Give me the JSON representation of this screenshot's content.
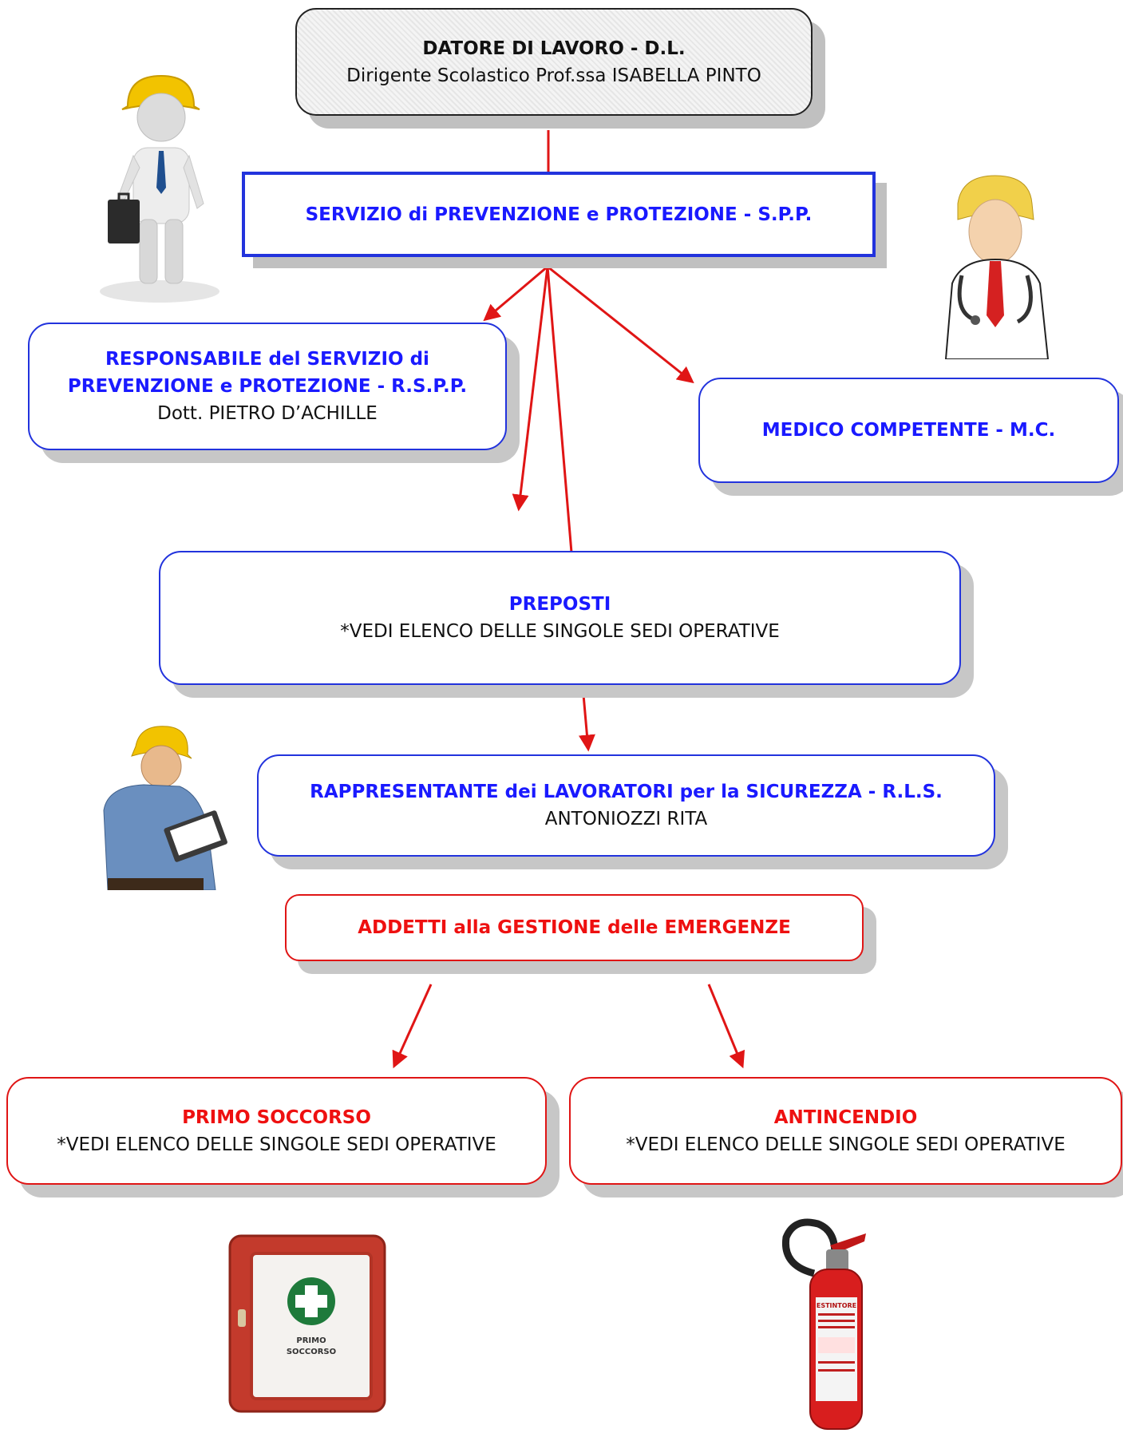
{
  "datore": {
    "title": "DATORE DI LAVORO - D.L.",
    "subtitle": "Dirigente Scolastico Prof.ssa ISABELLA PINTO"
  },
  "spp": {
    "title": "SERVIZIO di PREVENZIONE e PROTEZIONE - S.P.P."
  },
  "rspp": {
    "title_line1": "RESPONSABILE del SERVIZIO di",
    "title_line2": "PREVENZIONE e PROTEZIONE - R.S.P.P.",
    "subtitle": "Dott. PIETRO D’ACHILLE"
  },
  "mc": {
    "title": "MEDICO COMPETENTE - M.C."
  },
  "preposti": {
    "title": "PREPOSTI",
    "subtitle": "*VEDI ELENCO DELLE SINGOLE SEDI OPERATIVE"
  },
  "rls": {
    "title": "RAPPRESENTANTE dei LAVORATORI per la SICUREZZA - R.L.S.",
    "subtitle": "ANTONIOZZI RITA"
  },
  "addetti": {
    "title": "ADDETTI alla GESTIONE delle EMERGENZE"
  },
  "primo_soccorso": {
    "title": "PRIMO SOCCORSO",
    "subtitle": "*VEDI ELENCO DELLE SINGOLE SEDI OPERATIVE"
  },
  "antincendio": {
    "title": "ANTINCENDIO",
    "subtitle": "*VEDI ELENCO DELLE SINGOLE SEDI OPERATIVE"
  },
  "first_aid_box": {
    "label_line1": "PRIMO",
    "label_line2": "SOCCORSO"
  },
  "extinguisher": {
    "label": "ESTINTORE"
  },
  "colors": {
    "blue_text": "#1a1aff",
    "blue_border": "#2233dd",
    "red": "#e01515",
    "shadow": "#c7c7c7"
  }
}
